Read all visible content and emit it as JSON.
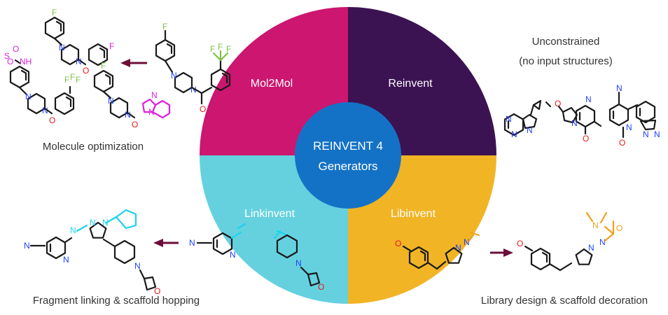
{
  "colors": {
    "mol2mol": "#cc1670",
    "reinvent": "#3c1352",
    "linkinvent": "#65d1df",
    "libinvent": "#f1b425",
    "center": "#1472c6",
    "arrow": "#6b0f3a",
    "nitrogen": "#1f3fff",
    "oxygen": "#e21b1b",
    "fluorine": "#7cc242",
    "highlight_magenta": "#e21ee0",
    "highlight_cyan": "#19d4ee",
    "highlight_orange": "#f2a01a"
  },
  "center": {
    "line1": "REINVENT 4",
    "line2": "Generators"
  },
  "quadrants": {
    "mol2mol": "Mol2Mol",
    "reinvent": "Reinvent",
    "linkinvent": "Linkinvent",
    "libinvent": "Libinvent"
  },
  "captions": {
    "molecule_optimization": "Molecule optimization",
    "unconstrained_line1": "Unconstrained",
    "unconstrained_line2": "(no input structures)",
    "fragment_linking": "Fragment linking & scaffold hopping",
    "library_design": "Library design & scaffold decoration"
  },
  "atoms": {
    "N": "N",
    "NH": "NH",
    "O": "O",
    "F": "F",
    "S": "S"
  }
}
